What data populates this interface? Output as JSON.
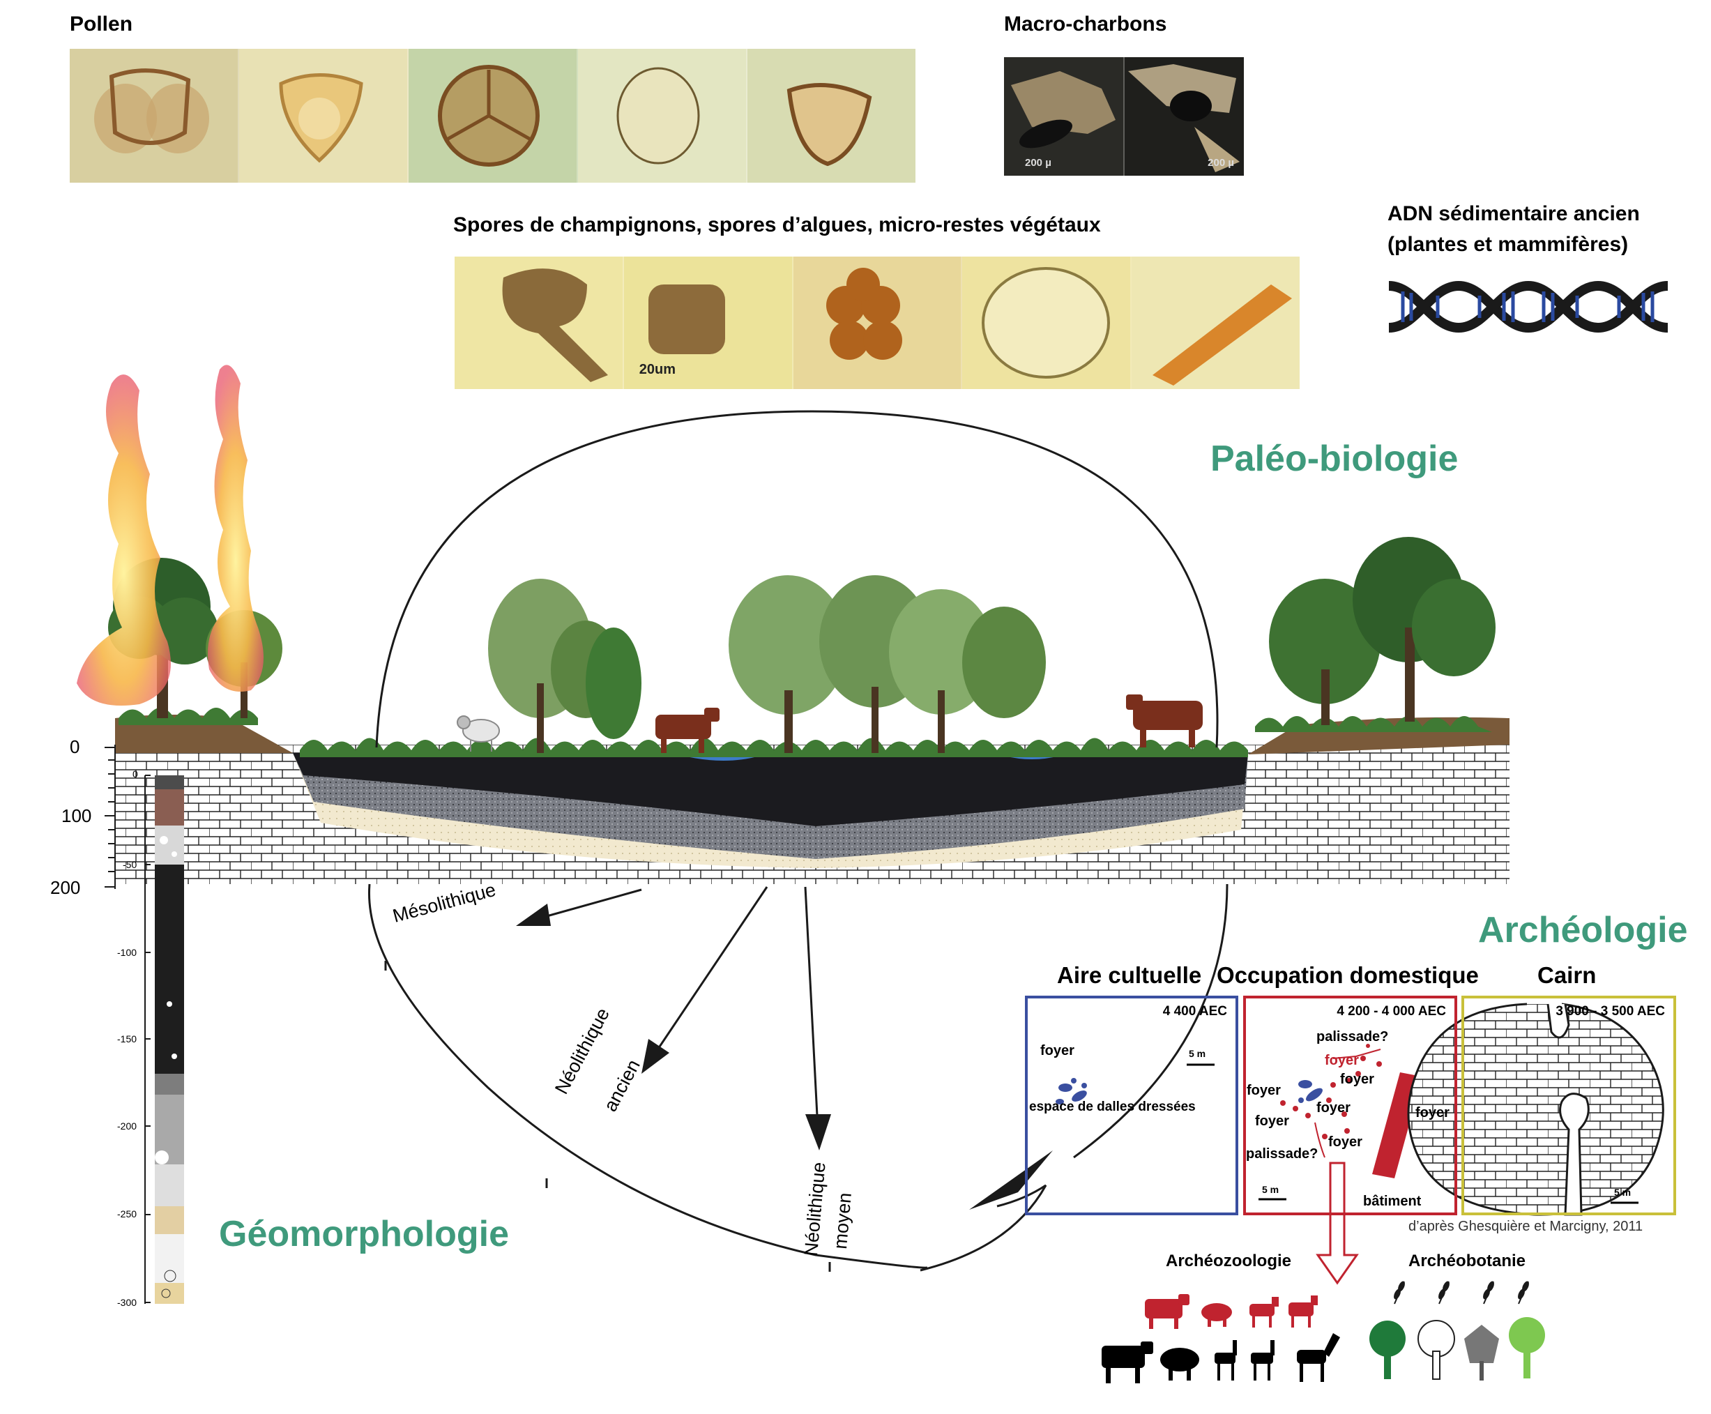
{
  "titles": {
    "pollen": "Pollen",
    "macro": "Macro-charbons",
    "spores": "Spores de champignons, spores d’algues, micro-restes végétaux",
    "adn_line1": "ADN sédimentaire ancien",
    "adn_line2": "(plantes et mammifères)",
    "paleo": "Paléo-biologie",
    "archeo": "Archéologie",
    "geomorph": "Géomorphologie"
  },
  "strip_labels": {
    "scale_20um": "20um",
    "scale_200u": "200 µ"
  },
  "depth_axis": [
    "0",
    "100",
    "200"
  ],
  "core_ticks": [
    "0",
    "-50",
    "-100",
    "-150",
    "-200",
    "-250",
    "-300"
  ],
  "periods": {
    "meso": "Mésolithique",
    "neo_ancien_1": "Néolithique",
    "neo_ancien_2": "ancien",
    "neo_moyen_1": "Néolithique",
    "neo_moyen_2": "moyen"
  },
  "boxes": {
    "aire": {
      "title": "Aire cultuelle",
      "date": "4 400 AEC",
      "foyer": "foyer",
      "espace": "espace de dalles dressées",
      "scale": "5 m"
    },
    "occupation": {
      "title": "Occupation domestique",
      "date": "4 200 - 4 000 AEC",
      "palissade1": "palissade?",
      "palissade2": "palissade?",
      "foyer_red": "foyer",
      "foyer1": "foyer",
      "foyer2": "foyer",
      "foyer3": "foyer",
      "foyer4": "foyer",
      "foyer5": "foyer",
      "foyer6": "foyer",
      "batiment": "bâtiment",
      "scale": "5 m"
    },
    "cairn": {
      "title": "Cairn",
      "date": "3 900 - 3 500 AEC",
      "scale": "5 m"
    }
  },
  "credit": "d’après Ghesquière et Marcigny, 2011",
  "archeozoo": "Archéozoologie",
  "archeobot": "Archéobotanie",
  "icons": [
    "dna-icon",
    "cow-icon",
    "pig-icon",
    "goat-icon",
    "aurochs-icon",
    "boar-icon",
    "deer-icon",
    "horse-icon",
    "tree-icon",
    "wheat-icon",
    "fire-icon",
    "sheep-icon"
  ],
  "colors": {
    "green_title": "#3f9a7c",
    "aire_border": "#3a4fa0",
    "occupation_border": "#c0232f",
    "cairn_border": "#c9c03a",
    "domestic_red": "#c0232f",
    "sediment_black": "#1b1b1f",
    "sand": "#f2e9cf",
    "dna_blue": "#2a4aa0"
  }
}
